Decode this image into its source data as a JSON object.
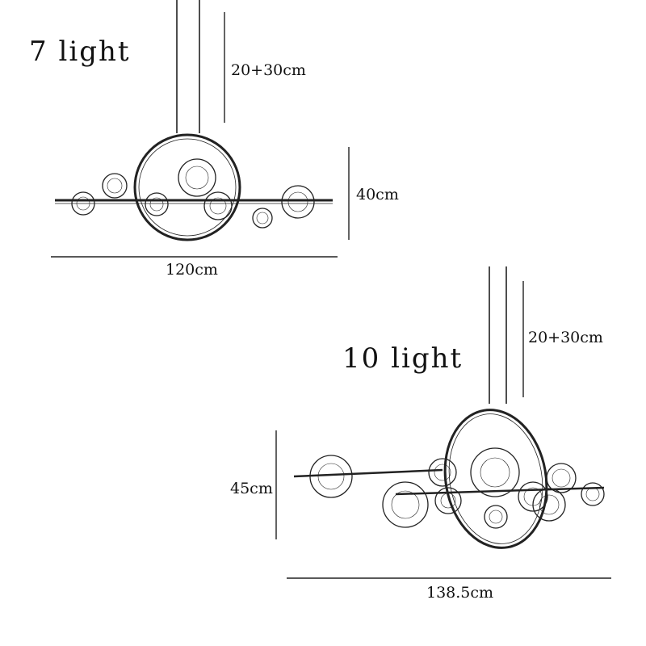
{
  "variants": [
    {
      "title": "7 light",
      "height_adjust": "20+30cm",
      "fixture_height": "40cm",
      "fixture_width": "120cm"
    },
    {
      "title": "10 light",
      "height_adjust": "20+30cm",
      "fixture_height": "45cm",
      "fixture_width": "138.5cm"
    }
  ],
  "colors": {
    "line": "#222222",
    "glass": "#b8b8b8"
  }
}
